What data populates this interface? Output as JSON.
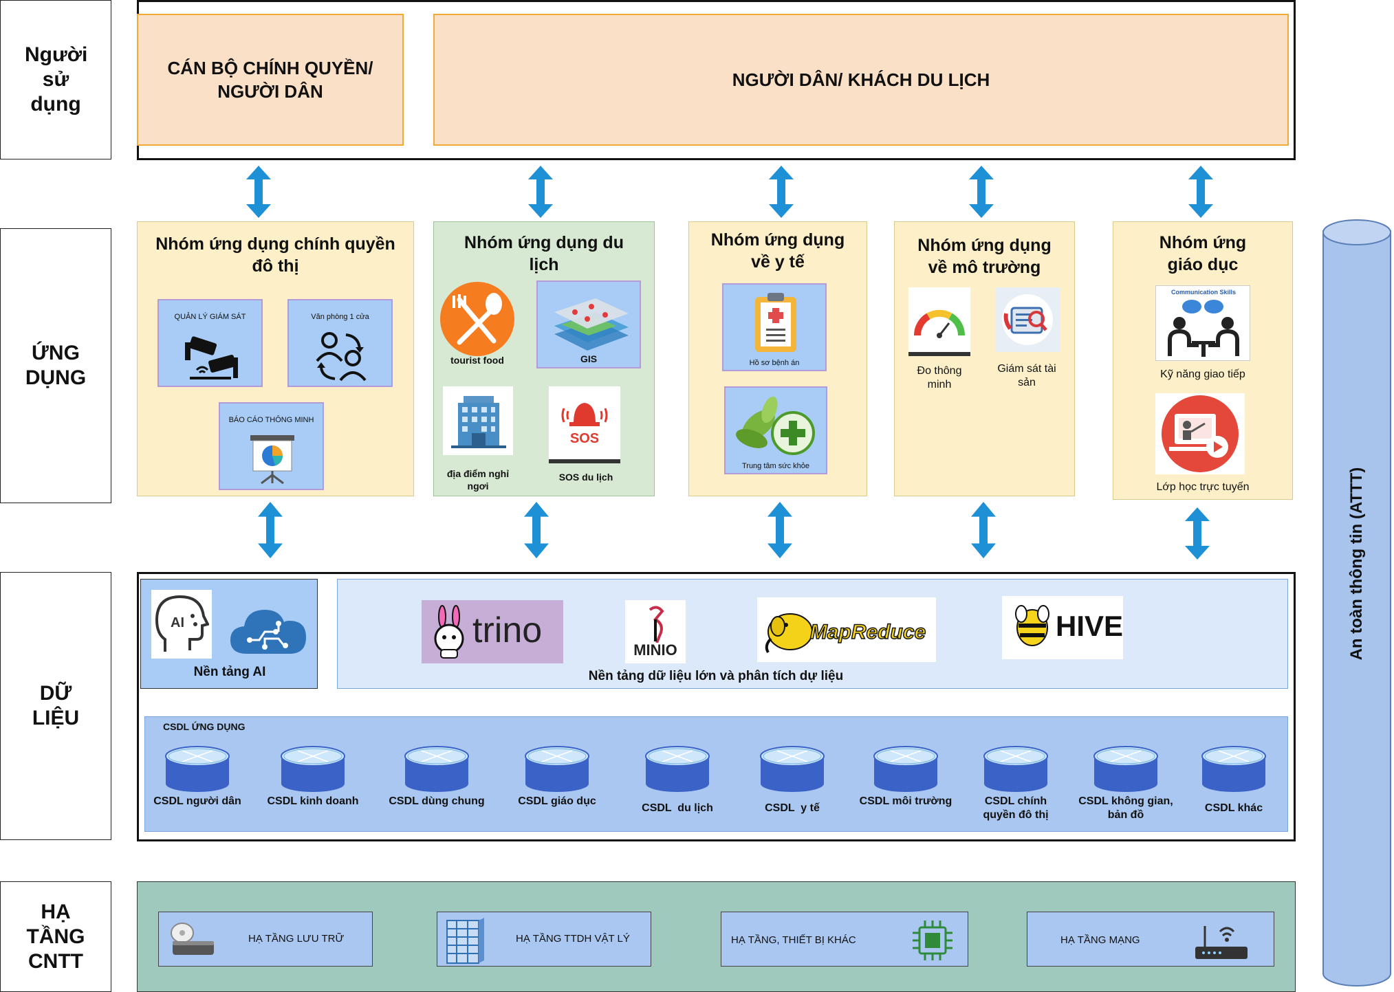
{
  "layers": {
    "users": "Người sử dụng",
    "apps": "ỨNG DỤNG",
    "data": "DỮ LIỆU",
    "infra": "HẠ TẦNG CNTT"
  },
  "users": {
    "officials": "CÁN BỘ CHÍNH QUYỀN/ NGƯỜI DÂN",
    "citizens": "NGƯỜI DÂN/ KHÁCH DU LỊCH"
  },
  "groups": {
    "city": {
      "title": "Nhóm ứng dụng chính quyền đô thị",
      "tiles": [
        "QUẢN LÝ GIÁM SÁT",
        "Văn phòng 1 cửa",
        "BÁO CÁO THÔNG MINH"
      ]
    },
    "tourism": {
      "title": "Nhóm ứng dụng du lịch",
      "items": [
        "tourist food",
        "GIS",
        "địa điểm nghỉ ngơi",
        "SOS du lịch"
      ]
    },
    "health": {
      "title": "Nhóm ứng dụng về y tế",
      "items": [
        "Hồ sơ bệnh án",
        "Trung tâm sức khỏe"
      ]
    },
    "environment": {
      "title": "Nhóm ứng dụng về mô trường",
      "items": [
        "Đo thông minh",
        "Giám sát tài sản"
      ]
    },
    "education": {
      "title": "Nhóm ứng giáo dục",
      "items": [
        "Kỹ năng giao tiếp",
        "Lớp học trực tuyến"
      ],
      "badge": "Communication Skills"
    }
  },
  "data_layer": {
    "ai_platform": "Nền tảng AI",
    "ai_icon_text": "AI",
    "bigdata_platform": "Nền tảng dữ liệu lớn và phân tích dự liệu",
    "tools": [
      "trino",
      "MINIO",
      "MapReduce",
      "HIVE"
    ],
    "db_group_title": "CSDL ỨNG DỤNG",
    "databases": [
      "CSDL người dân",
      "CSDL kinh doanh",
      "CSDL dùng chung",
      "CSDL giáo dục",
      "CSDL  du lịch",
      "CSDL  y tế",
      "CSDL môi trường",
      "CSDL chính quyền đô thị",
      "CSDL không gian, bản đồ",
      "CSDL khác"
    ]
  },
  "infra": {
    "items": [
      "HẠ TẦNG LƯU TRỮ",
      "HẠ TẦNG TTDH VẬT LÝ",
      "HẠ TẦNG, THIẾT BỊ KHÁC",
      "HẠ TẦNG MẠNG"
    ]
  },
  "security": "An toàn thông tin (ATTT)",
  "colors": {
    "arrow": "#1e90d6",
    "user_box": "#fbe0c8",
    "group_bg": "#fdf0c8",
    "tourism_bg": "#d7e8d3",
    "tile_blue": "#a8ccf5",
    "db_bar": "#a9c7f0",
    "infra_bg": "#9fc9bd",
    "security_cylinder": "#a9c4ec"
  }
}
